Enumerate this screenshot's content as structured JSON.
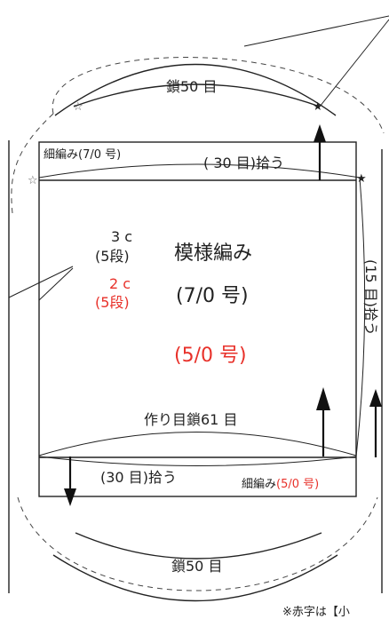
{
  "labels": {
    "top_chain": "鎖50 目",
    "bottom_chain": "鎖50 目",
    "fine_top": "細編み(7/0 号)",
    "pickup_top": "( 30 目)拾う",
    "rows_3c": "3 c",
    "rows_3c_sub": "(5段)",
    "rows_2c": "2 c",
    "rows_2c_sub": "(5段)",
    "pattern": "模様編み",
    "needle_main": "(7/0 号)",
    "needle_alt": "(5/0 号)",
    "side_pickup": "(15 目)拾う",
    "foundation": "作り目鎖61 目",
    "pickup_bottom": "(30 目)拾う",
    "fine_bottom_prefix": "細編み",
    "fine_bottom_needle": "(5/0 号)",
    "note": "※赤字は【小"
  },
  "colors": {
    "ink": "#222222",
    "accent_red": "#e8312a"
  }
}
